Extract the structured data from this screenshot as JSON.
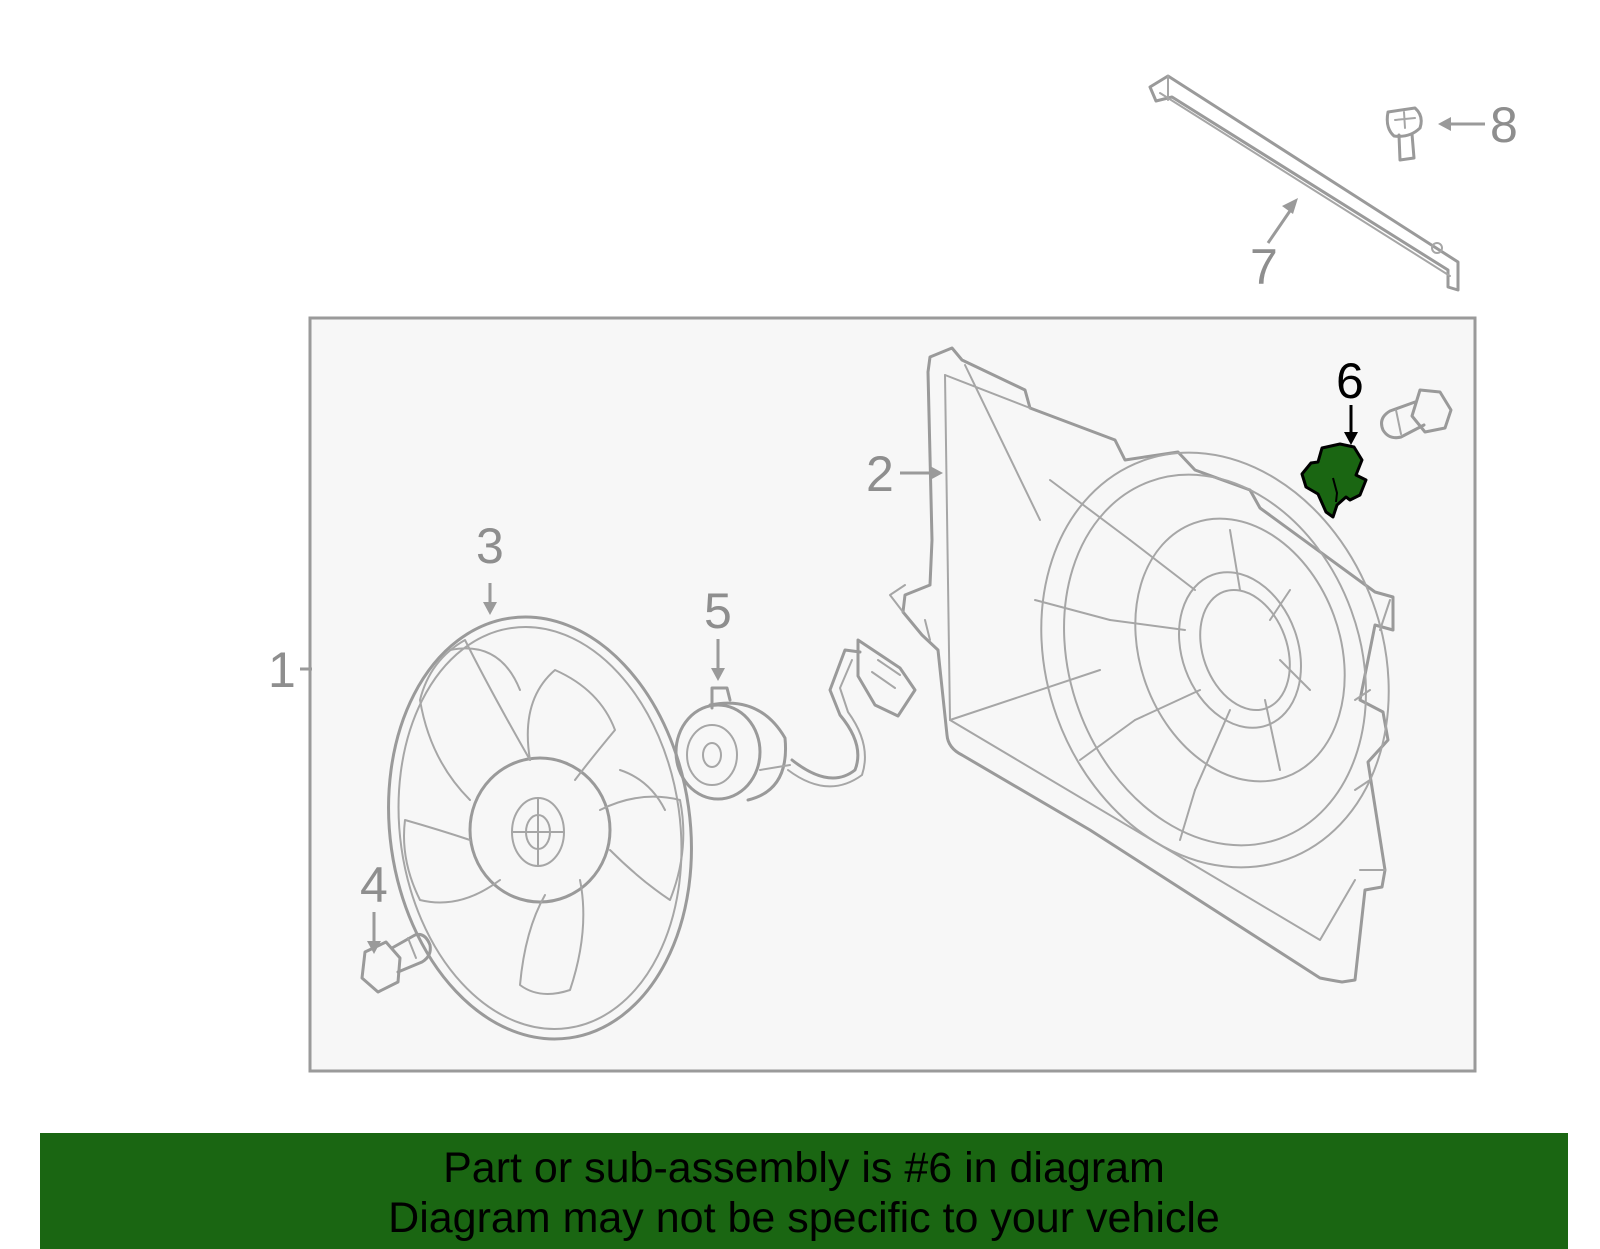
{
  "callouts": {
    "c1": "1",
    "c2": "2",
    "c3": "3",
    "c4": "4",
    "c5": "5",
    "c6": "6",
    "c7": "7",
    "c8": "8"
  },
  "highlight": {
    "part_number": "6",
    "color": "#1a6612"
  },
  "banner": {
    "line1": "Part or sub-assembly is #6 in diagram",
    "line2": "Diagram may not be specific to your vehicle"
  },
  "colors": {
    "line": "#9a9a9a",
    "panel": "#f7f7f7",
    "banner": "#1a6612"
  }
}
